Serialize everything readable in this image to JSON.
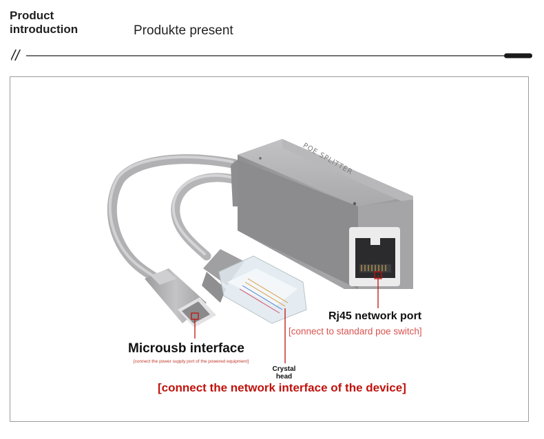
{
  "header": {
    "title_line1": "Product",
    "title_line2": "introduction",
    "subtitle": "Produkte present",
    "divider_mark": "//"
  },
  "product_image": {
    "housing_text": "POE SPLITTER"
  },
  "labels": {
    "rj45_title": "Rj45 network port",
    "rj45_note": "[connect to standard poe switch]",
    "microusb_title": "Microusb interface",
    "microusb_note": "[connect the power supply port of the powered equipment]",
    "crystal_head": "Crystal head",
    "device_note": "[connect the network interface of the device]"
  },
  "colors": {
    "accent_red": "#c0120c",
    "note_red": "#d9534f",
    "frame_border": "#9a9a9a"
  }
}
